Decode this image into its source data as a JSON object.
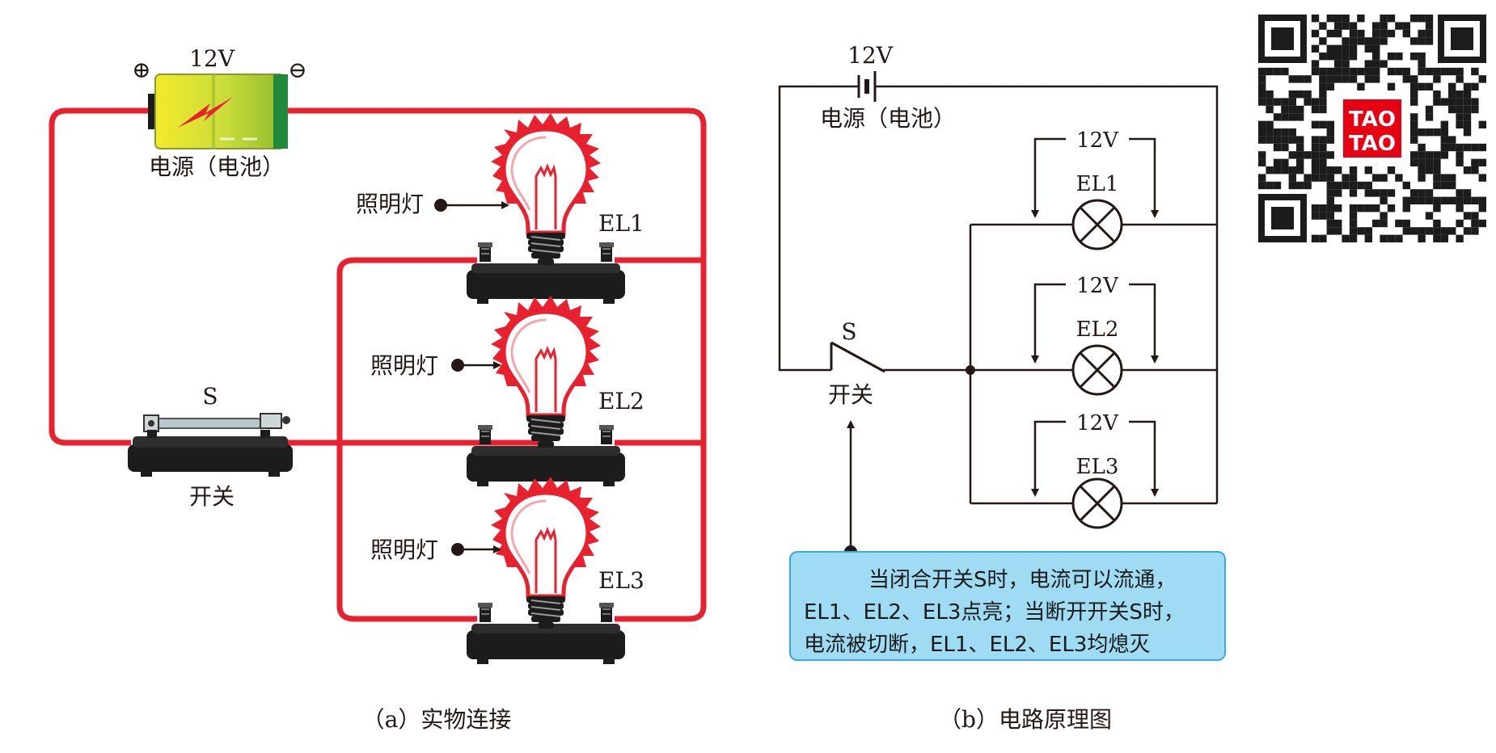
{
  "panel_a": {
    "battery_voltage": "12V",
    "battery_plus": "⊕",
    "battery_minus": "⊖",
    "battery_label": "电源（电池）",
    "switch_label": "S",
    "switch_name": "开关",
    "lamps": [
      {
        "pointer": "照明灯",
        "label": "EL1"
      },
      {
        "pointer": "照明灯",
        "label": "EL2"
      },
      {
        "pointer": "照明灯",
        "label": "EL3"
      }
    ],
    "caption": "（a）实物连接"
  },
  "panel_b": {
    "battery_voltage": "12V",
    "battery_label": "电源（电池）",
    "switch_label": "S",
    "switch_name": "开关",
    "lamps": [
      {
        "voltage": "12V",
        "label": "EL1"
      },
      {
        "voltage": "12V",
        "label": "EL2"
      },
      {
        "voltage": "12V",
        "label": "EL3"
      }
    ],
    "note_lines": [
      "当闭合开关S时，电流可以流通，",
      "EL1、EL2、EL3点亮；当断开开关S时，",
      "电流被切断，EL1、EL2、EL3均熄灭"
    ],
    "caption": "（b）电路原理图"
  },
  "qr_logo": {
    "line1": "TAO",
    "line2": "TAO"
  },
  "colors": {
    "wire": "#e8212f",
    "bulb": "#e8212f",
    "battery": "#a6c83a",
    "note_bg": "#9fdcf3",
    "note_border": "#3aa9d9",
    "qr_red": "#e60012"
  }
}
